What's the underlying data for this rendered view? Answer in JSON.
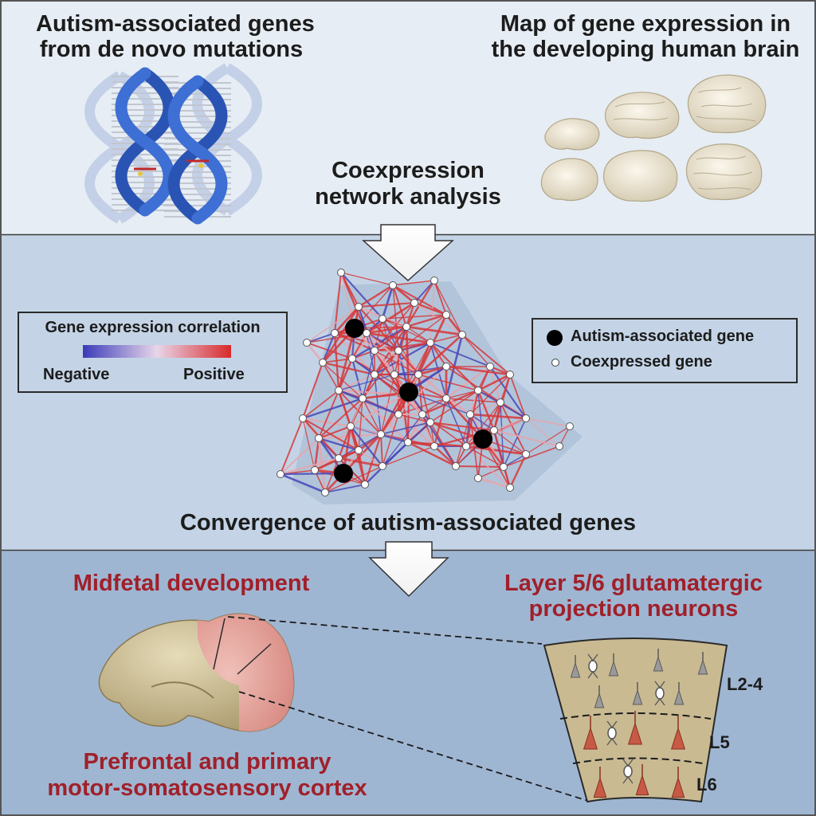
{
  "panel1": {
    "left_title": [
      "Autism-associated genes",
      "from de novo mutations"
    ],
    "right_title": [
      "Map of gene expression in",
      "the developing human brain"
    ],
    "center_label": [
      "Coexpression",
      "network analysis"
    ]
  },
  "panel2": {
    "legend_correlation": {
      "title": "Gene expression correlation",
      "negative": "Negative",
      "positive": "Positive",
      "gradient": [
        "#3b3bb8",
        "#e8d6ea",
        "#d82a2a"
      ]
    },
    "legend_nodes": {
      "autism_gene": "Autism-associated gene",
      "coexpressed_gene": "Coexpressed gene"
    },
    "caption": "Convergence of autism-associated genes"
  },
  "panel3": {
    "left_title": "Midfetal development",
    "right_title": [
      "Layer 5/6 glutamatergic",
      "projection neurons"
    ],
    "bottom_caption": [
      "Prefrontal and primary",
      "motor-somatosensory cortex"
    ],
    "layers": [
      "L2-4",
      "L5",
      "L6"
    ]
  },
  "colors": {
    "panel1_bg": "#e6edf4",
    "panel2_bg": "#c4d4e6",
    "panel3_bg": "#9fb6d2",
    "accent_red": "#a0202a",
    "dna_blue": "#2a54b4",
    "cortex_tan": "#cbbd94"
  }
}
